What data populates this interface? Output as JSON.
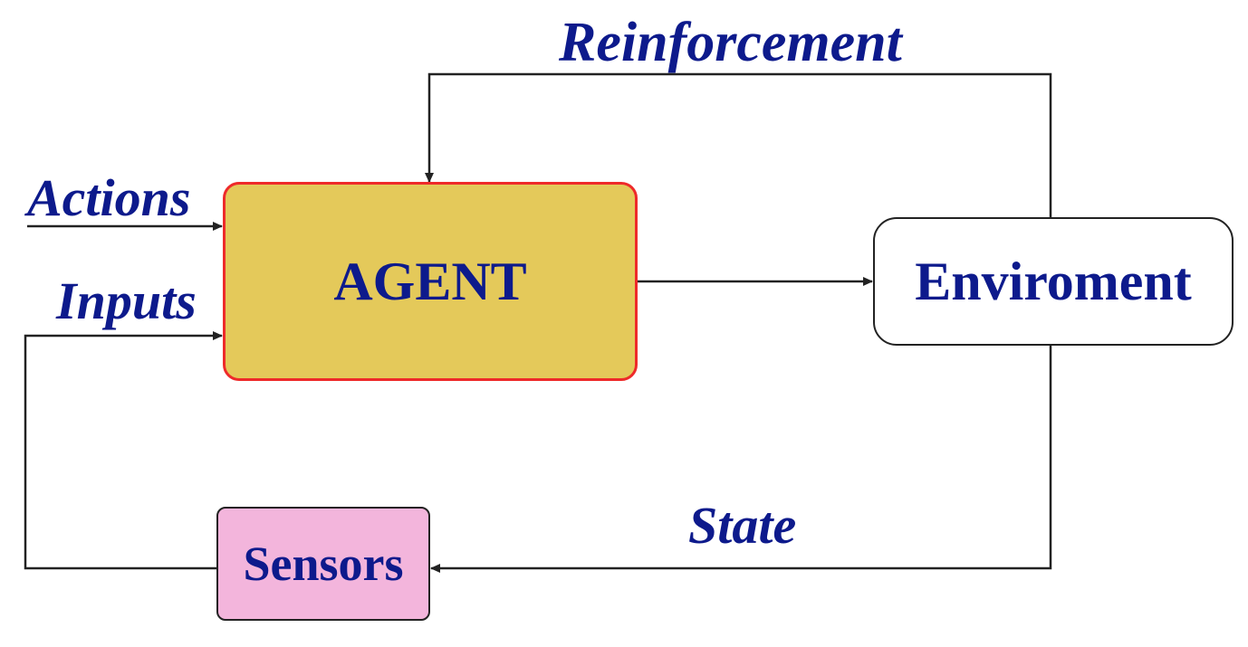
{
  "nodes": {
    "agent": "AGENT",
    "environment": "Enviroment",
    "sensors": "Sensors"
  },
  "edge_labels": {
    "reinforcement": "Reinforcement",
    "actions": "Actions",
    "inputs": "Inputs",
    "state": "State"
  },
  "colors": {
    "text": "#0d1a8c",
    "agent_fill": "#e4c95a",
    "agent_border": "#ee2a2a",
    "sensors_fill": "#f3b5dc",
    "line": "#222222"
  }
}
